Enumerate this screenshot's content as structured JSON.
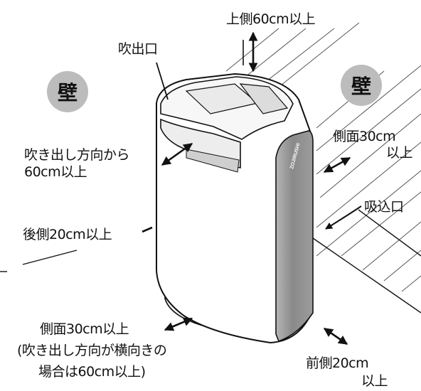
{
  "walls": {
    "left": "壁",
    "right": "壁"
  },
  "brand": "ZOJIRUSHI",
  "labels": {
    "top": "上側60cm以上",
    "outlet": "吹出口",
    "blow_direction_line1": "吹き出し方向から",
    "blow_direction_line2": "60cm以上",
    "side_right_line1": "側面30cm",
    "side_right_line2": "以上",
    "intake": "吸込口",
    "back": "後側20cm以上",
    "side_bottom_line1": "側面30cm以上",
    "side_bottom_line2": "(吹き出し方向が横向きの",
    "side_bottom_line3": "場合は60cm以上)",
    "front_line1": "前側20cm",
    "front_line2": "以上"
  },
  "colors": {
    "wall_badge": "#bcbcbc",
    "side_panel": "#8c8c8c",
    "outline": "#111111"
  }
}
